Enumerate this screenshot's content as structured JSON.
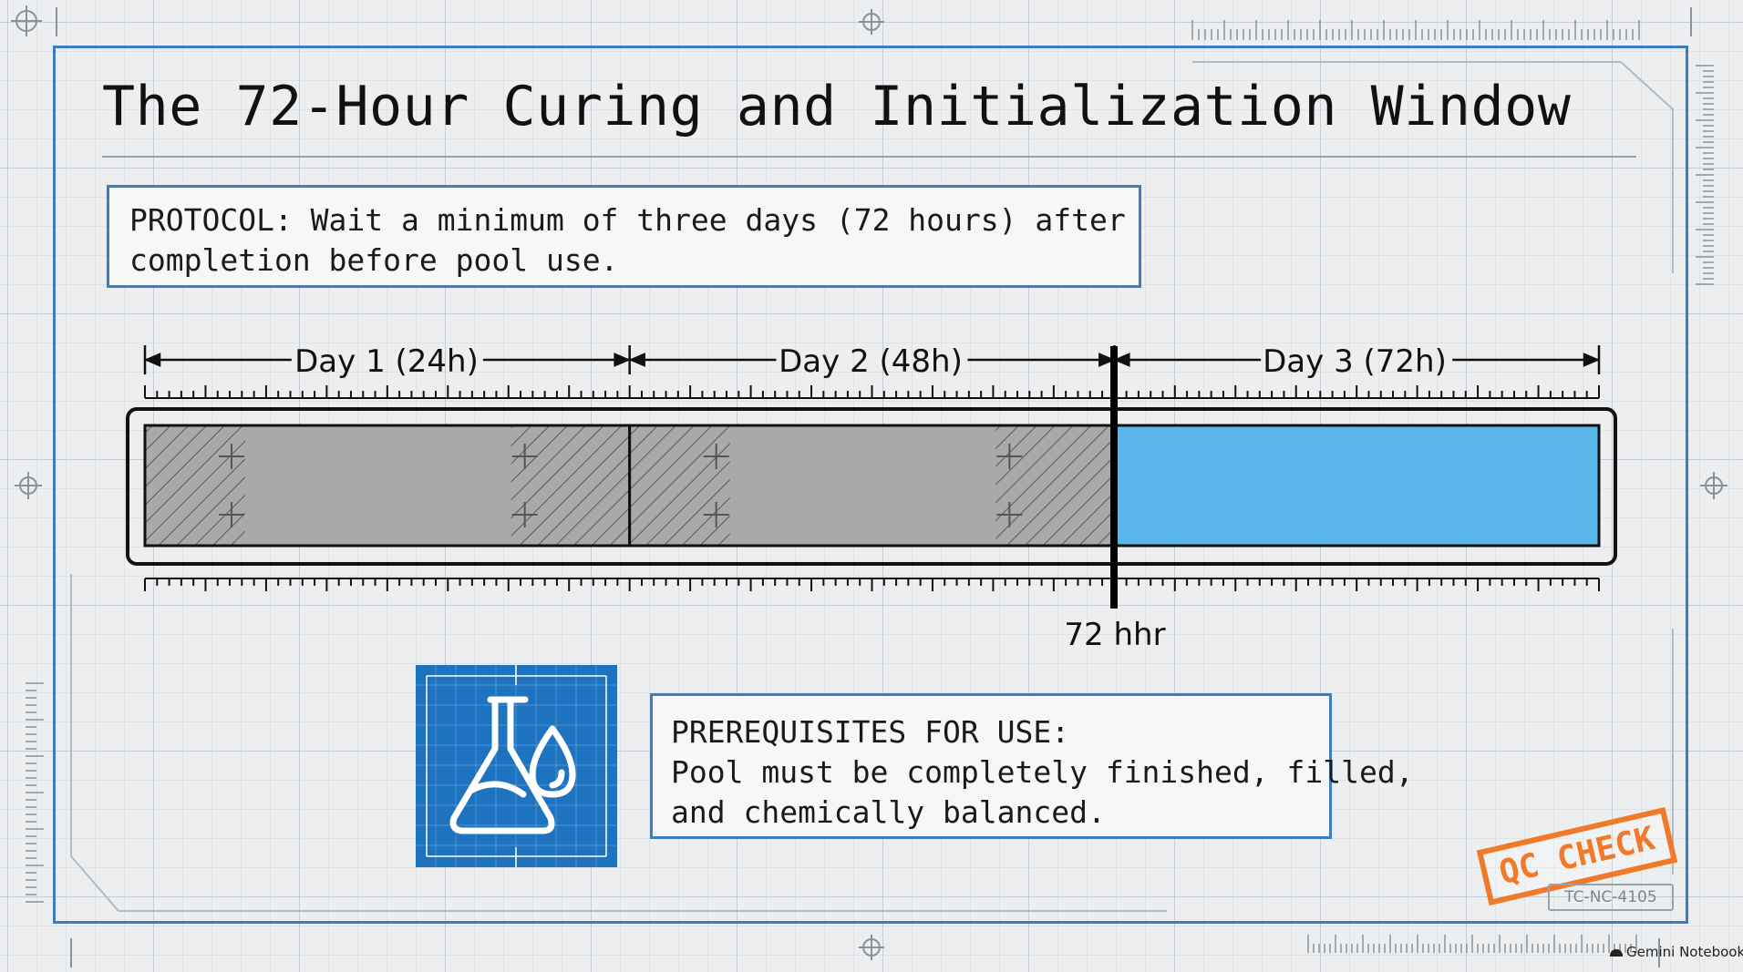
{
  "title": "The 72-Hour Curing and Initialization Window",
  "protocol": {
    "lines": [
      "PROTOCOL: Wait a minimum of three days (72 hours) after",
      "completion before pool use."
    ]
  },
  "timeline": {
    "segments": [
      {
        "label": "Day 1 (24h)",
        "status": "curing"
      },
      {
        "label": "Day 2 (48h)",
        "status": "curing"
      },
      {
        "label": "Day 3 (72h)",
        "status": "ready"
      }
    ],
    "marker_label": "72 hhr",
    "colors": {
      "curing": "#a9a9a9",
      "ready": "#58b7e8",
      "frame": "#111111"
    }
  },
  "prerequisites": {
    "lines": [
      "PREREQUISITES FOR USE:",
      "Pool must be completely finished, filled,",
      "and chemically balanced."
    ]
  },
  "flask_icon": {
    "name": "flask-drop-icon",
    "background": "#1e73c0"
  },
  "stamp": {
    "text": "QC CHECK",
    "color": "#f07a2a"
  },
  "doc_code": "TC-NC-4105",
  "branding": "Gemini Notebook",
  "colors": {
    "accent": "#3a7fc1",
    "background": "#eceeef"
  }
}
